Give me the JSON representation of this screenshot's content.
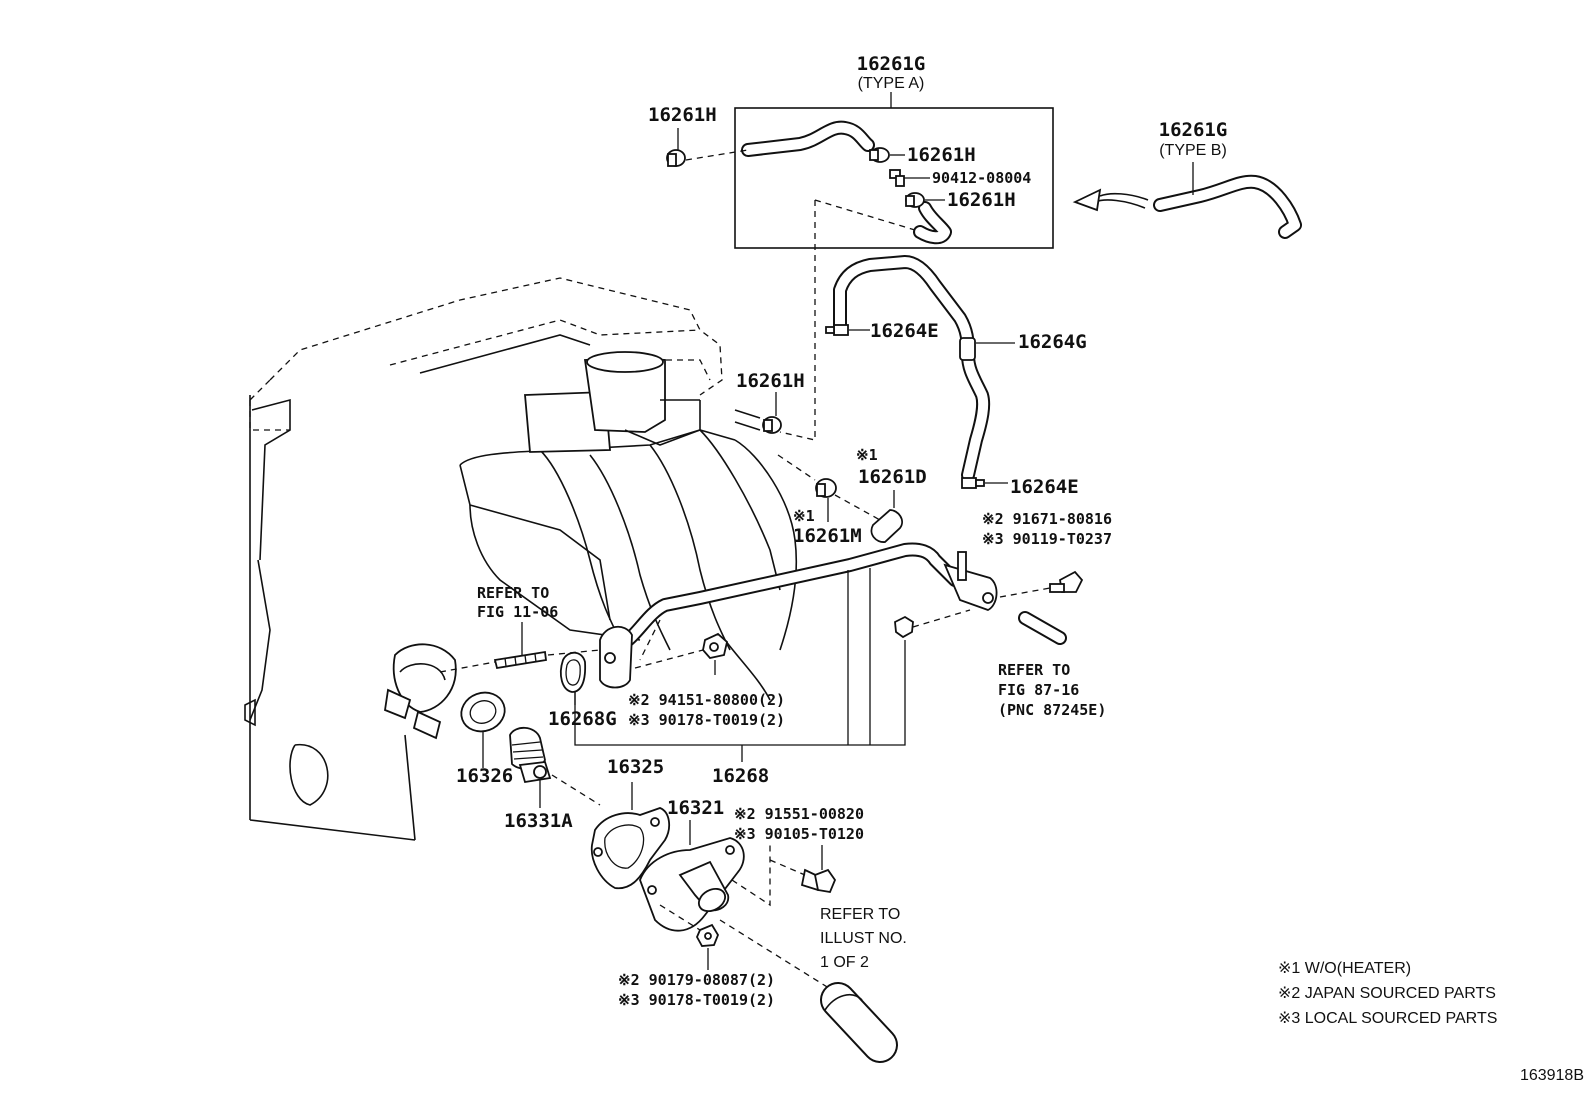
{
  "diagram_id": "163918B",
  "legend": [
    "※1 W/O(HEATER)",
    "※2 JAPAN SOURCED PARTS",
    "※3 LOCAL SOURCED PARTS"
  ],
  "labels": {
    "p16261g_a": "16261G",
    "type_a": "(TYPE A)",
    "p16261g_b": "16261G",
    "type_b": "(TYPE B)",
    "p16261h_1": "16261H",
    "p16261h_2": "16261H",
    "p16261h_3": "16261H",
    "p16261h_4": "16261H",
    "p90412": "90412-08004",
    "p16264e_1": "16264E",
    "p16264e_2": "16264E",
    "p16264g": "16264G",
    "mark1_a": "※1",
    "p16261d": "16261D",
    "mark1_b": "※1",
    "p16261m": "16261M",
    "p91671": "※2 91671-80816",
    "p90119": "※3 90119-T0237",
    "refer_11_06_a": "REFER TO",
    "refer_11_06_b": "FIG 11-06",
    "refer_87_16_a": "REFER TO",
    "refer_87_16_b": "FIG 87-16",
    "refer_87_16_c": "(PNC 87245E)",
    "p94151": "※2 94151-80800(2)",
    "p90178_a": "※3 90178-T0019(2)",
    "p16268g": "16268G",
    "p16268": "16268",
    "p16326": "16326",
    "p16331a": "16331A",
    "p16325": "16325",
    "p16321": "16321",
    "p91551": "※2 91551-00820",
    "p90105": "※3 90105-T0120",
    "refer_illust_a": "REFER TO",
    "refer_illust_b": "ILLUST NO.",
    "refer_illust_c": "1 OF 2",
    "p90179": "※2 90179-08087(2)",
    "p90178_b": "※3 90178-T0019(2)"
  }
}
